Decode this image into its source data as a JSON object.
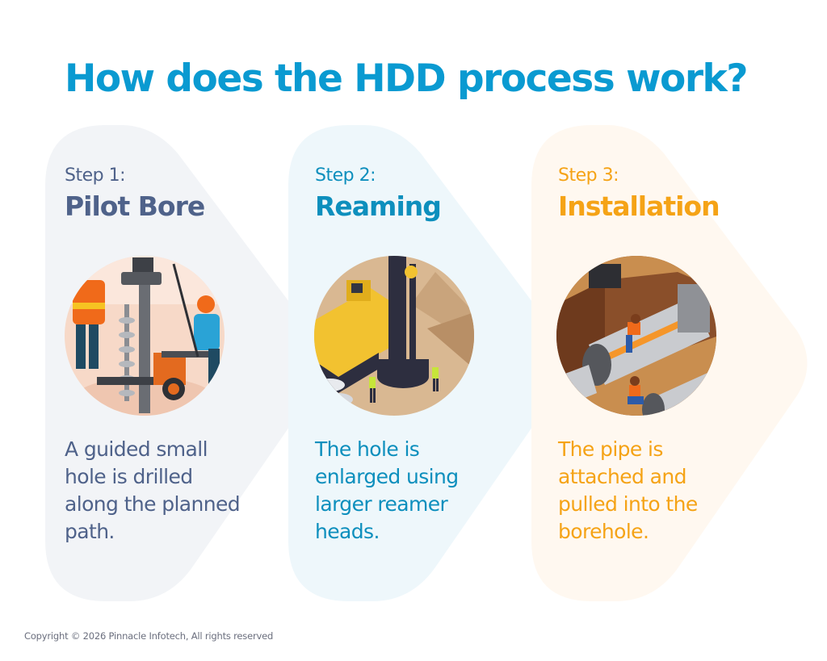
{
  "title": "How does the HDD process work?",
  "colors": {
    "title": "#0a9ad1",
    "step1": "#4f628a",
    "step2": "#0d8fbd",
    "step3": "#f5a316",
    "step1_bg": "#f2f4f7",
    "step2_bg": "#eef7fb",
    "step3_bg": "#fff8f0"
  },
  "steps": [
    {
      "label": "Step 1:",
      "name": "Pilot Bore",
      "illustration": "drilling-rig-workers-illustration",
      "description": "A guided small hole is drilled along the planned path."
    },
    {
      "label": "Step 2:",
      "name": "Reaming",
      "illustration": "excavator-reamer-illustration",
      "description": "The hole is enlarged using larger reamer heads."
    },
    {
      "label": "Step 3:",
      "name": "Installation",
      "illustration": "pipe-trench-installation-illustration",
      "description": "The pipe is attached and pulled into the borehole."
    }
  ],
  "footer": {
    "copyright": "Copyright © 2026 Pinnacle Infotech, All rights reserved"
  }
}
